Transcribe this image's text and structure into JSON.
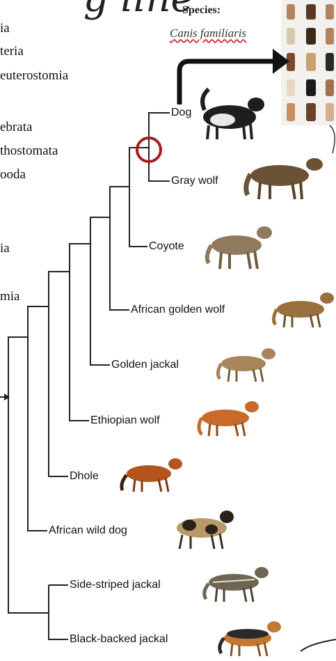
{
  "title_fragment": "g line",
  "taxonomy": {
    "ranks": [
      "ia",
      "teria",
      "euterostomia",
      "ebrata",
      "thostomata",
      "ooda",
      "ia",
      "mia"
    ]
  },
  "species_box": {
    "label": "Species",
    "colon": ":",
    "name": "Canis familiaris"
  },
  "tree": {
    "leaves": [
      "Dog",
      "Gray wolf",
      "Coyote",
      "African golden wolf",
      "Golden jackal",
      "Ethiopian wolf",
      "Dhole",
      "African wild dog",
      "Side-striped jackal",
      "Black-backed jackal"
    ]
  },
  "colors": {
    "line": "#222222",
    "highlight_ring": "#a51c1c",
    "arrow": "#111111"
  }
}
